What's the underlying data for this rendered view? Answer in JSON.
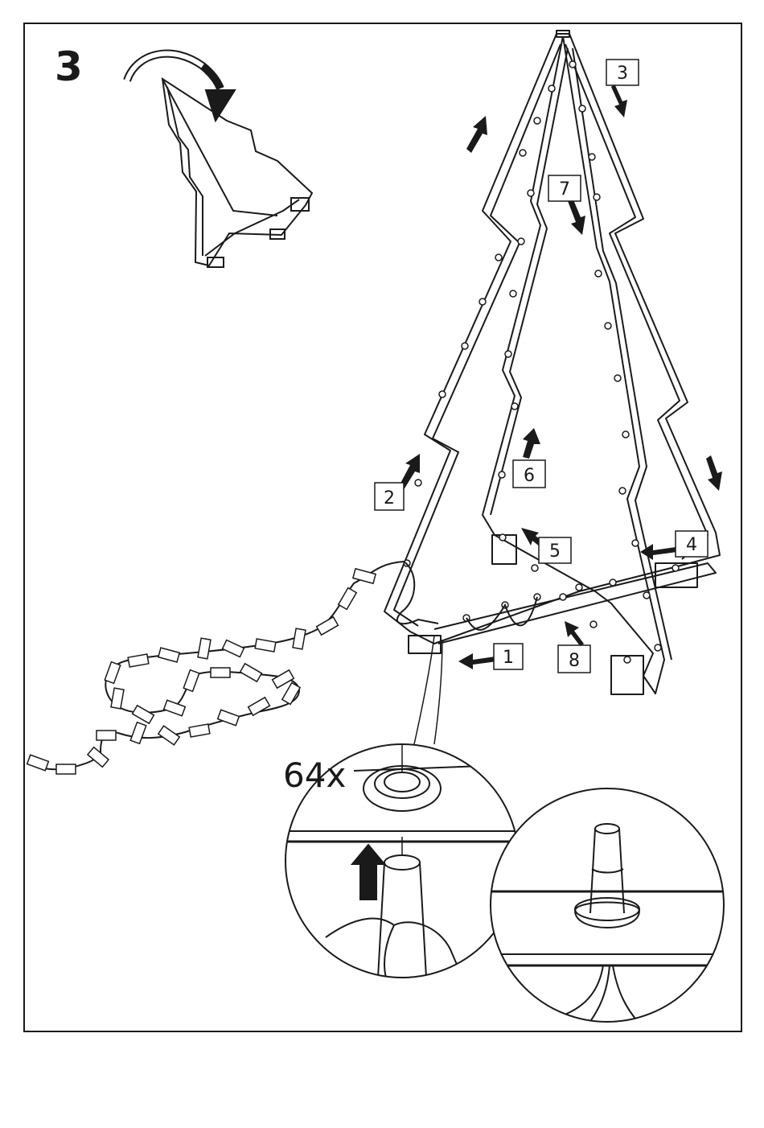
{
  "step": {
    "number": "3"
  },
  "callouts": [
    {
      "id": "1",
      "label": "1"
    },
    {
      "id": "2",
      "label": "2"
    },
    {
      "id": "3",
      "label": "3"
    },
    {
      "id": "4",
      "label": "4"
    },
    {
      "id": "5",
      "label": "5"
    },
    {
      "id": "6",
      "label": "6"
    },
    {
      "id": "7",
      "label": "7"
    },
    {
      "id": "8",
      "label": "8"
    }
  ],
  "detail": {
    "quantity": "64x"
  },
  "icons": {
    "rotate": "rotate-arrow-icon",
    "arrow": "direction-arrow-icon",
    "tree": "tree-frame-icon",
    "string_lights": "light-string-icon",
    "zoom": "magnifier-detail-icon"
  },
  "colors": {
    "ink": "#1a1a1a",
    "paper": "#ffffff"
  }
}
